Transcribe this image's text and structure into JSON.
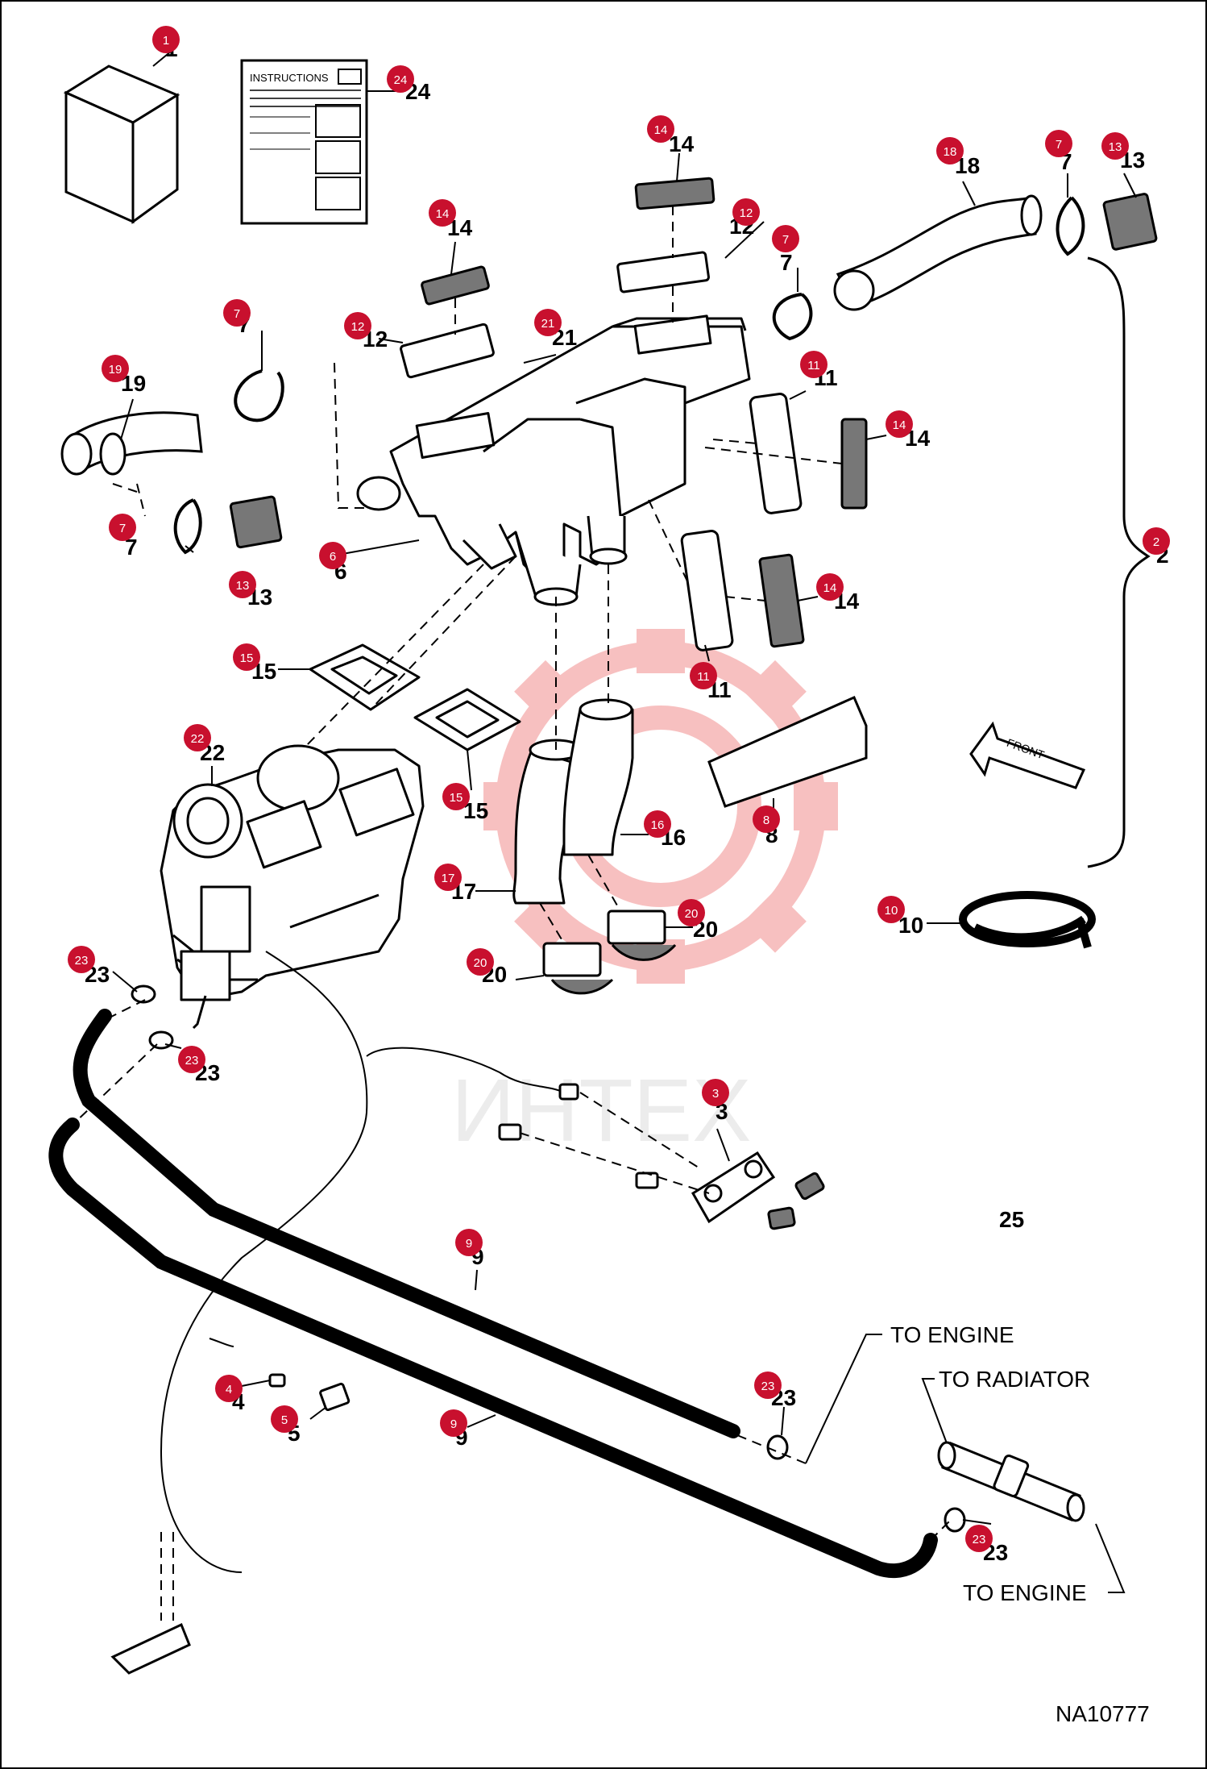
{
  "instructions_sheet": {
    "title": "INSTRUCTIONS"
  },
  "front_arrow": {
    "label": "FRONT"
  },
  "callouts": {
    "to_engine_top": "TO ENGINE",
    "to_radiator": "TO RADIATOR",
    "to_engine_bottom": "TO ENGINE"
  },
  "drawing_number": "NA10777",
  "watermark": "ИНТЕХ",
  "standalone_label": "25",
  "parts": [
    {
      "id": "1"
    },
    {
      "id": "24"
    },
    {
      "id": "14"
    },
    {
      "id": "14"
    },
    {
      "id": "12"
    },
    {
      "id": "7"
    },
    {
      "id": "18"
    },
    {
      "id": "7"
    },
    {
      "id": "13"
    },
    {
      "id": "12"
    },
    {
      "id": "7"
    },
    {
      "id": "21"
    },
    {
      "id": "19"
    },
    {
      "id": "11"
    },
    {
      "id": "14"
    },
    {
      "id": "7"
    },
    {
      "id": "13"
    },
    {
      "id": "6"
    },
    {
      "id": "2"
    },
    {
      "id": "14"
    },
    {
      "id": "11"
    },
    {
      "id": "15"
    },
    {
      "id": "15"
    },
    {
      "id": "22"
    },
    {
      "id": "8"
    },
    {
      "id": "16"
    },
    {
      "id": "17"
    },
    {
      "id": "10"
    },
    {
      "id": "20"
    },
    {
      "id": "20"
    },
    {
      "id": "23"
    },
    {
      "id": "23"
    },
    {
      "id": "3"
    },
    {
      "id": "9"
    },
    {
      "id": "23"
    },
    {
      "id": "4"
    },
    {
      "id": "5"
    },
    {
      "id": "9"
    },
    {
      "id": "23"
    }
  ]
}
